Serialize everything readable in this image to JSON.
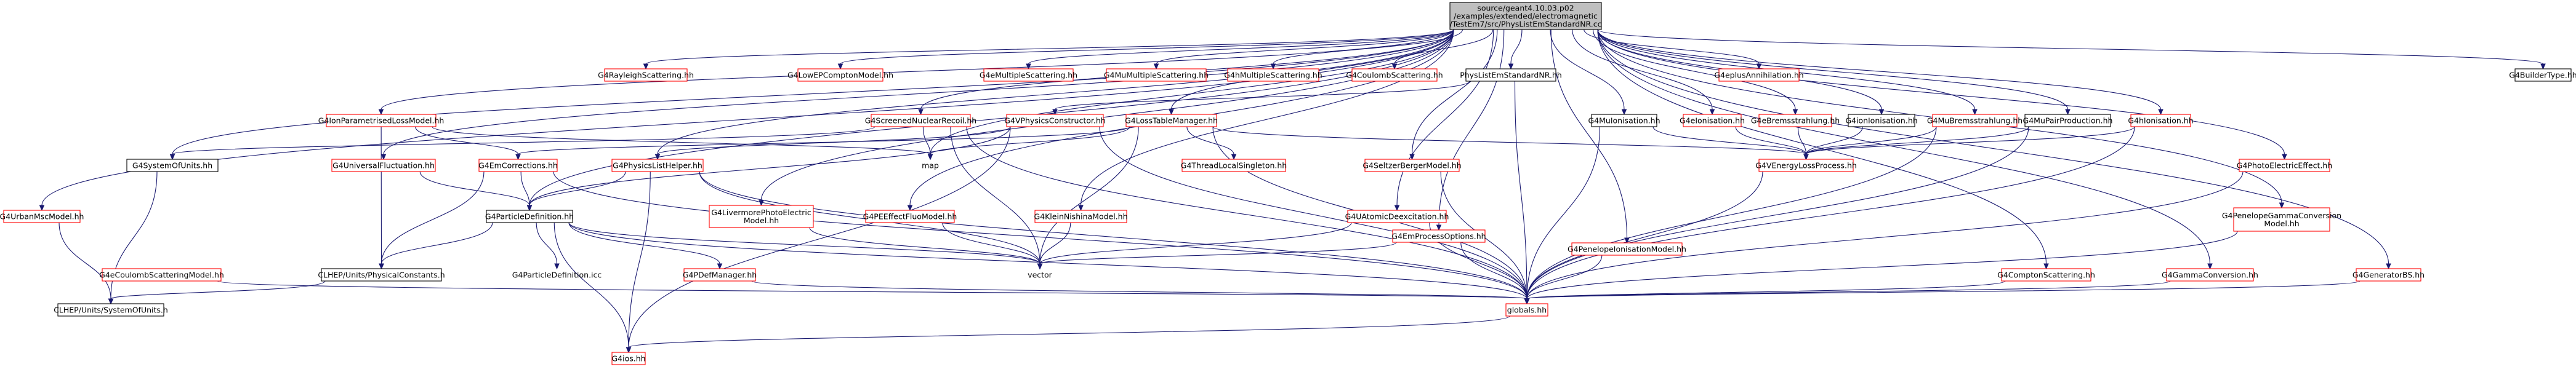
{
  "colors": {
    "edge": "#191970",
    "root_fill": "#bfbfbf",
    "node_border": "#000000",
    "missing_border": "#ff0000"
  },
  "nodes": [
    {
      "id": "root",
      "lines": [
        "source/geant4.10.03.p02",
        "/examples/extended/electromagnetic",
        "/TestEm7/src/PhysListEmStandardNR.cc"
      ],
      "style": "root"
    },
    {
      "id": "G4BuilderType",
      "lines": [
        "G4BuilderType.hh"
      ],
      "style": "normal"
    },
    {
      "id": "G4RayleighScattering",
      "lines": [
        "G4RayleighScattering.hh"
      ],
      "style": "missing"
    },
    {
      "id": "G4LowEPComptonModel",
      "lines": [
        "G4LowEPComptonModel.hh"
      ],
      "style": "missing"
    },
    {
      "id": "G4eMultipleScattering",
      "lines": [
        "G4eMultipleScattering.hh"
      ],
      "style": "missing"
    },
    {
      "id": "G4MuMultipleScattering",
      "lines": [
        "G4MuMultipleScattering.hh"
      ],
      "style": "missing"
    },
    {
      "id": "G4hMultipleScattering",
      "lines": [
        "G4hMultipleScattering.hh"
      ],
      "style": "missing"
    },
    {
      "id": "G4CoulombScattering",
      "lines": [
        "G4CoulombScattering.hh"
      ],
      "style": "missing"
    },
    {
      "id": "PhysListEmStandardNR",
      "lines": [
        "PhysListEmStandardNR.hh"
      ],
      "style": "normal"
    },
    {
      "id": "G4eplusAnnihilation",
      "lines": [
        "G4eplusAnnihilation.hh"
      ],
      "style": "missing"
    },
    {
      "id": "G4ionParametrisedLossModel",
      "lines": [
        "G4IonParametrisedLossModel.hh"
      ],
      "style": "missing"
    },
    {
      "id": "G4ScreenedNuclearRecoil",
      "lines": [
        "G4ScreenedNuclearRecoil.hh"
      ],
      "style": "missing"
    },
    {
      "id": "G4VPhysicsConstructor",
      "lines": [
        "G4VPhysicsConstructor.hh"
      ],
      "style": "missing"
    },
    {
      "id": "G4LossTableManager",
      "lines": [
        "G4LossTableManager.hh"
      ],
      "style": "missing"
    },
    {
      "id": "G4MuIonisation",
      "lines": [
        "G4MuIonisation.hh"
      ],
      "style": "normal"
    },
    {
      "id": "G4eIonisation",
      "lines": [
        "G4eIonisation.hh"
      ],
      "style": "missing"
    },
    {
      "id": "G4eBremsstrahlung",
      "lines": [
        "G4eBremsstrahlung.hh"
      ],
      "style": "missing"
    },
    {
      "id": "G4ionIonisation",
      "lines": [
        "G4ionIonisation.hh"
      ],
      "style": "normal"
    },
    {
      "id": "G4MuBremsstrahlung",
      "lines": [
        "G4MuBremsstrahlung.hh"
      ],
      "style": "missing"
    },
    {
      "id": "G4MuPairProduction",
      "lines": [
        "G4MuPairProduction.hh"
      ],
      "style": "normal"
    },
    {
      "id": "G4hIonisation",
      "lines": [
        "G4hIonisation.hh"
      ],
      "style": "missing"
    },
    {
      "id": "G4SystemOfUnits",
      "lines": [
        "G4SystemOfUnits.hh"
      ],
      "style": "normal"
    },
    {
      "id": "G4UniversalFluctuation",
      "lines": [
        "G4UniversalFluctuation.hh"
      ],
      "style": "missing"
    },
    {
      "id": "G4EmCorrections",
      "lines": [
        "G4EmCorrections.hh"
      ],
      "style": "missing"
    },
    {
      "id": "G4PhysicsListHelper",
      "lines": [
        "G4PhysicsListHelper.hh"
      ],
      "style": "missing"
    },
    {
      "id": "map",
      "lines": [
        "map"
      ],
      "style": "plain"
    },
    {
      "id": "G4ThreadLocalSingleton",
      "lines": [
        "G4ThreadLocalSingleton.hh"
      ],
      "style": "missing"
    },
    {
      "id": "G4SeltzerBergerModel",
      "lines": [
        "G4SeltzerBergerModel.hh"
      ],
      "style": "missing"
    },
    {
      "id": "G4VEnergyLossProcess",
      "lines": [
        "G4VEnergyLossProcess.hh"
      ],
      "style": "missing"
    },
    {
      "id": "G4PhotoElectricEffect",
      "lines": [
        "G4PhotoElectricEffect.hh"
      ],
      "style": "missing"
    },
    {
      "id": "G4UrbanMscModel",
      "lines": [
        "G4UrbanMscModel.hh"
      ],
      "style": "missing"
    },
    {
      "id": "G4ParticleDefinition",
      "lines": [
        "G4ParticleDefinition.hh"
      ],
      "style": "normal"
    },
    {
      "id": "G4LivermorePhotoElectricModel",
      "lines": [
        "G4LivermorePhotoElectric",
        "Model.hh"
      ],
      "style": "missing"
    },
    {
      "id": "G4PEEffectFluoModel",
      "lines": [
        "G4PEEffectFluoModel.hh"
      ],
      "style": "missing"
    },
    {
      "id": "G4KleinNishinaModel",
      "lines": [
        "G4KleinNishinaModel.hh"
      ],
      "style": "missing"
    },
    {
      "id": "G4UAtomicDeexcitation",
      "lines": [
        "G4UAtomicDeexcitation.hh"
      ],
      "style": "missing"
    },
    {
      "id": "G4EmProcessOptions",
      "lines": [
        "G4EmProcessOptions.hh"
      ],
      "style": "missing"
    },
    {
      "id": "G4PenelopeIonisationModel",
      "lines": [
        "G4PenelopeIonisationModel.hh"
      ],
      "style": "missing"
    },
    {
      "id": "G4PenelopeGammaConversionModel",
      "lines": [
        "G4PenelopeGammaConversion",
        "Model.hh"
      ],
      "style": "missing"
    },
    {
      "id": "G4eCoulombScatteringModel",
      "lines": [
        "G4eCoulombScatteringModel.hh"
      ],
      "style": "missing"
    },
    {
      "id": "CLHEP_PhysicalConstants",
      "lines": [
        "CLHEP/Units/PhysicalConstants.h"
      ],
      "style": "normal"
    },
    {
      "id": "G4ParticleDefinition_icc",
      "lines": [
        "G4ParticleDefinition.icc"
      ],
      "style": "plain"
    },
    {
      "id": "G4PDefManager",
      "lines": [
        "G4PDefManager.hh"
      ],
      "style": "missing"
    },
    {
      "id": "vector",
      "lines": [
        "vector"
      ],
      "style": "plain"
    },
    {
      "id": "G4ComptonScattering",
      "lines": [
        "G4ComptonScattering.hh"
      ],
      "style": "missing"
    },
    {
      "id": "G4GammaConversion",
      "lines": [
        "G4GammaConversion.hh"
      ],
      "style": "missing"
    },
    {
      "id": "G4GeneratorBS",
      "lines": [
        "G4GeneratorBS.hh"
      ],
      "style": "missing"
    },
    {
      "id": "CLHEP_SystemOfUnits",
      "lines": [
        "CLHEP/Units/SystemOfUnits.h"
      ],
      "style": "normal"
    },
    {
      "id": "globals",
      "lines": [
        "globals.hh"
      ],
      "style": "missing"
    },
    {
      "id": "G4ios",
      "lines": [
        "G4ios.hh"
      ],
      "style": "missing"
    }
  ],
  "edges": [
    [
      "root",
      "G4BuilderType"
    ],
    [
      "root",
      "G4RayleighScattering"
    ],
    [
      "root",
      "G4LowEPComptonModel"
    ],
    [
      "root",
      "G4eMultipleScattering"
    ],
    [
      "root",
      "G4MuMultipleScattering"
    ],
    [
      "root",
      "G4hMultipleScattering"
    ],
    [
      "root",
      "G4CoulombScattering"
    ],
    [
      "root",
      "PhysListEmStandardNR"
    ],
    [
      "root",
      "G4eplusAnnihilation"
    ],
    [
      "root",
      "G4ionParametrisedLossModel"
    ],
    [
      "root",
      "G4ScreenedNuclearRecoil"
    ],
    [
      "root",
      "G4LossTableManager"
    ],
    [
      "root",
      "G4MuIonisation"
    ],
    [
      "root",
      "G4eIonisation"
    ],
    [
      "root",
      "G4eBremsstrahlung"
    ],
    [
      "root",
      "G4ionIonisation"
    ],
    [
      "root",
      "G4MuBremsstrahlung"
    ],
    [
      "root",
      "G4MuPairProduction"
    ],
    [
      "root",
      "G4hIonisation"
    ],
    [
      "root",
      "G4SystemOfUnits"
    ],
    [
      "root",
      "G4UniversalFluctuation"
    ],
    [
      "root",
      "G4PhysicsListHelper"
    ],
    [
      "root",
      "G4SeltzerBergerModel"
    ],
    [
      "root",
      "G4PhotoElectricEffect"
    ],
    [
      "root",
      "G4UrbanMscModel"
    ],
    [
      "root",
      "G4LivermorePhotoElectricModel"
    ],
    [
      "root",
      "G4PEEffectFluoModel"
    ],
    [
      "root",
      "G4KleinNishinaModel"
    ],
    [
      "root",
      "G4UAtomicDeexcitation"
    ],
    [
      "root",
      "G4EmProcessOptions"
    ],
    [
      "root",
      "G4PenelopeIonisationModel"
    ],
    [
      "root",
      "G4PenelopeGammaConversionModel"
    ],
    [
      "root",
      "G4ComptonScattering"
    ],
    [
      "root",
      "G4GammaConversion"
    ],
    [
      "root",
      "G4GeneratorBS"
    ],
    [
      "root",
      "G4ParticleDefinition"
    ],
    [
      "root",
      "map"
    ],
    [
      "PhysListEmStandardNR",
      "G4VPhysicsConstructor"
    ],
    [
      "PhysListEmStandardNR",
      "globals"
    ],
    [
      "G4ionParametrisedLossModel",
      "G4EmCorrections"
    ],
    [
      "G4ionParametrisedLossModel",
      "map"
    ],
    [
      "G4ionParametrisedLossModel",
      "CLHEP_PhysicalConstants"
    ],
    [
      "G4ScreenedNuclearRecoil",
      "G4SystemOfUnits"
    ],
    [
      "G4ScreenedNuclearRecoil",
      "globals"
    ],
    [
      "G4ScreenedNuclearRecoil",
      "map"
    ],
    [
      "G4ScreenedNuclearRecoil",
      "vector"
    ],
    [
      "G4VPhysicsConstructor",
      "G4ParticleDefinition"
    ],
    [
      "G4VPhysicsConstructor",
      "G4PhysicsListHelper"
    ],
    [
      "G4VPhysicsConstructor",
      "globals"
    ],
    [
      "G4VPhysicsConstructor",
      "G4ios"
    ],
    [
      "G4LossTableManager",
      "G4EmCorrections"
    ],
    [
      "G4LossTableManager",
      "map"
    ],
    [
      "G4LossTableManager",
      "vector"
    ],
    [
      "G4LossTableManager",
      "G4ThreadLocalSingleton"
    ],
    [
      "G4LossTableManager",
      "G4VEnergyLossProcess"
    ],
    [
      "G4LossTableManager",
      "globals"
    ],
    [
      "G4MuIonisation",
      "G4VEnergyLossProcess"
    ],
    [
      "G4MuIonisation",
      "globals"
    ],
    [
      "G4eIonisation",
      "G4VEnergyLossProcess"
    ],
    [
      "G4eBremsstrahlung",
      "G4VEnergyLossProcess"
    ],
    [
      "G4ionIonisation",
      "G4VEnergyLossProcess"
    ],
    [
      "G4MuBremsstrahlung",
      "G4VEnergyLossProcess"
    ],
    [
      "G4MuBremsstrahlung",
      "globals"
    ],
    [
      "G4MuPairProduction",
      "G4VEnergyLossProcess"
    ],
    [
      "G4MuPairProduction",
      "globals"
    ],
    [
      "G4hIonisation",
      "G4VEnergyLossProcess"
    ],
    [
      "G4hIonisation",
      "globals"
    ],
    [
      "G4SystemOfUnits",
      "CLHEP_SystemOfUnits"
    ],
    [
      "G4UniversalFluctuation",
      "G4ParticleDefinition"
    ],
    [
      "G4EmCorrections",
      "G4ParticleDefinition"
    ],
    [
      "G4EmCorrections",
      "CLHEP_PhysicalConstants"
    ],
    [
      "G4EmCorrections",
      "globals"
    ],
    [
      "G4PhysicsListHelper",
      "G4ParticleDefinition"
    ],
    [
      "G4PhysicsListHelper",
      "globals"
    ],
    [
      "G4PhysicsListHelper",
      "G4ios"
    ],
    [
      "G4PhysicsListHelper",
      "vector"
    ],
    [
      "G4SeltzerBergerModel",
      "globals"
    ],
    [
      "G4VEnergyLossProcess",
      "globals"
    ],
    [
      "G4PhotoElectricEffect",
      "globals"
    ],
    [
      "G4UrbanMscModel",
      "CLHEP_SystemOfUnits"
    ],
    [
      "G4ParticleDefinition",
      "CLHEP_PhysicalConstants"
    ],
    [
      "G4ParticleDefinition",
      "G4ParticleDefinition_icc"
    ],
    [
      "G4ParticleDefinition",
      "G4PDefManager"
    ],
    [
      "G4ParticleDefinition",
      "globals"
    ],
    [
      "G4ParticleDefinition",
      "G4ios"
    ],
    [
      "G4ParticleDefinition",
      "vector"
    ],
    [
      "G4LivermorePhotoElectricModel",
      "vector"
    ],
    [
      "G4PEEffectFluoModel",
      "vector"
    ],
    [
      "G4KleinNishinaModel",
      "vector"
    ],
    [
      "G4UAtomicDeexcitation",
      "vector"
    ],
    [
      "G4UAtomicDeexcitation",
      "globals"
    ],
    [
      "G4EmProcessOptions",
      "vector"
    ],
    [
      "G4EmProcessOptions",
      "globals"
    ],
    [
      "G4PenelopeIonisationModel",
      "globals"
    ],
    [
      "G4PenelopeGammaConversionModel",
      "globals"
    ],
    [
      "G4eCoulombScatteringModel",
      "globals"
    ],
    [
      "CLHEP_PhysicalConstants",
      "CLHEP_SystemOfUnits"
    ],
    [
      "G4PDefManager",
      "globals"
    ],
    [
      "G4ComptonScattering",
      "globals"
    ],
    [
      "G4GammaConversion",
      "globals"
    ],
    [
      "G4GeneratorBS",
      "globals"
    ],
    [
      "globals",
      "G4ios"
    ]
  ]
}
